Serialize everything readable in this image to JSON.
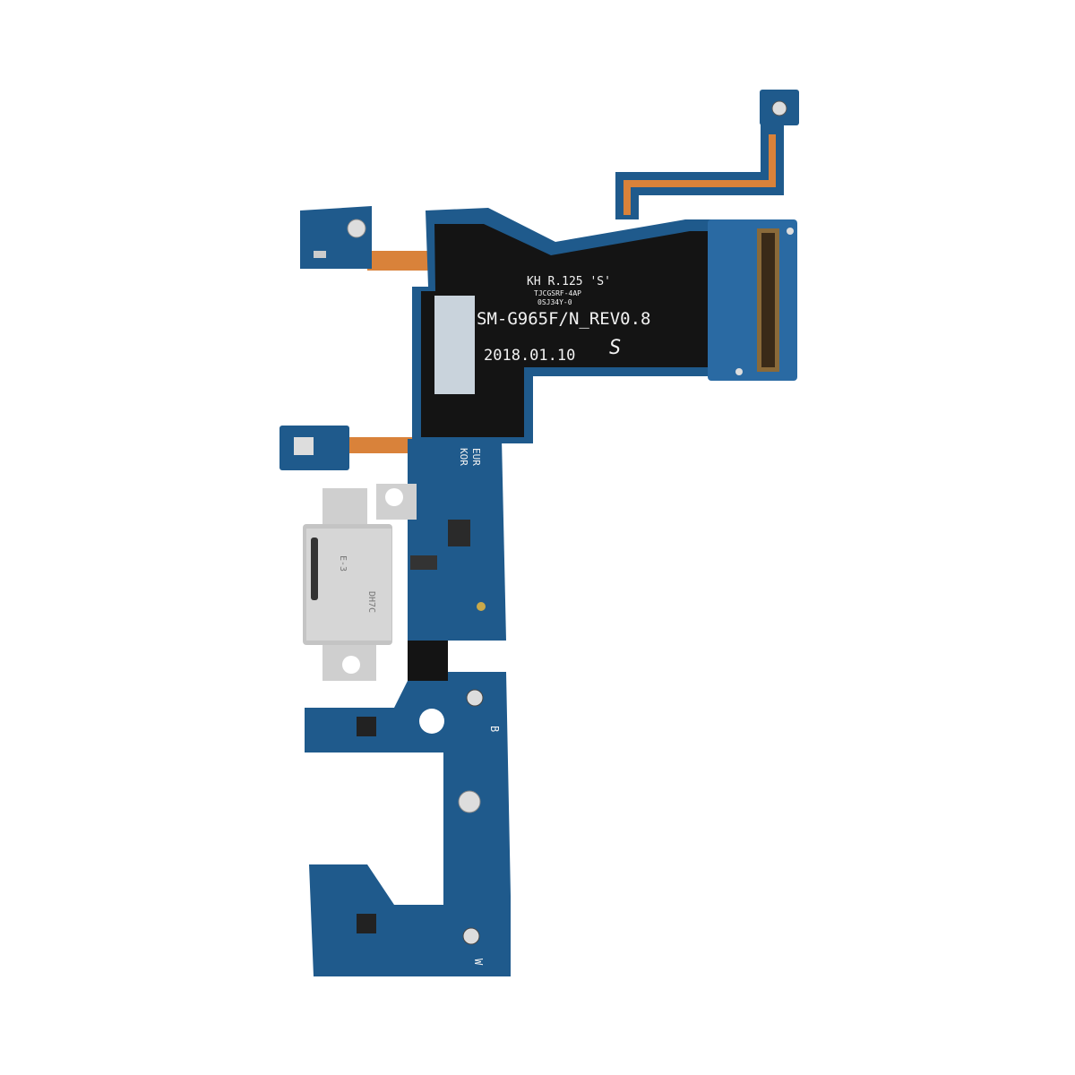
{
  "product": {
    "markings": {
      "batch_code": "KH R.125 'S'",
      "small_line_1": "TJCGSRF-4AP",
      "small_line_2": "0SJ34Y-0",
      "model_revision": "SM-G965F/N_REV0.8",
      "date_code": "2018.01.10",
      "region_1": "EUR",
      "region_2": "KOR",
      "usb_label_1": "E-3",
      "usb_label_2": "DH7C",
      "antenna_b": "B",
      "antenna_w": "W"
    },
    "colors": {
      "pcb_blue": "#1f5a8c",
      "flex_black": "#141414",
      "flex_orange": "#d9823a",
      "metal": "#cfcfcf"
    }
  }
}
